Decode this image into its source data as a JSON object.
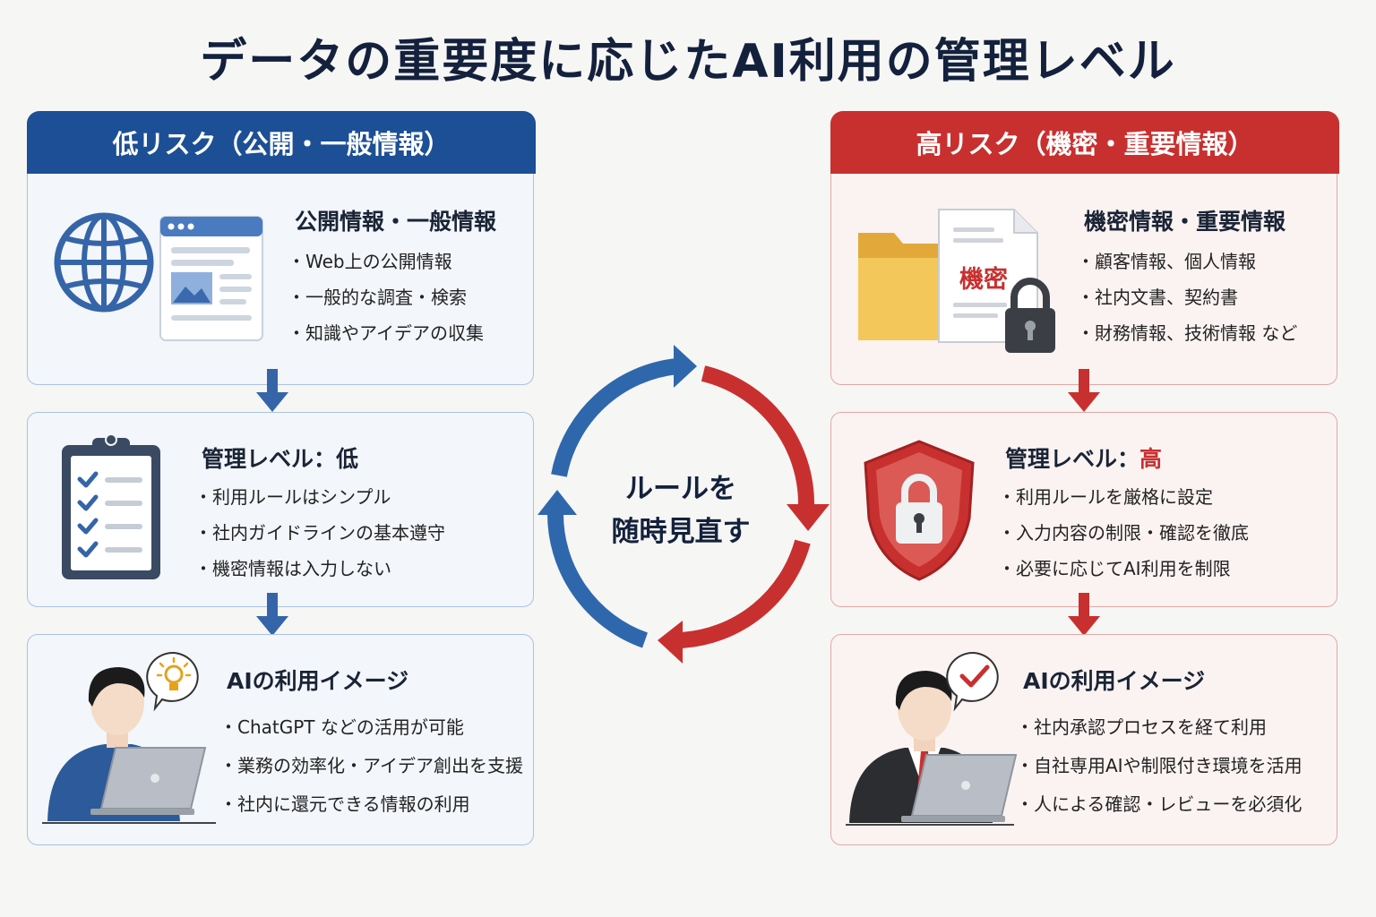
{
  "title": "データの重要度に応じたAI利用の管理レベル",
  "center_label": [
    "ルールを",
    "随時見直す"
  ],
  "low": {
    "header": "低リスク（公開・一般情報）",
    "info": {
      "title": "公開情報・一般情報",
      "items": [
        "Web上の公開情報",
        "一般的な調査・検索",
        "知識やアイデアの収集"
      ]
    },
    "level": {
      "title_prefix": "管理レベル：",
      "title_value": "低",
      "items": [
        "利用ルールはシンプル",
        "社内ガイドラインの基本遵守",
        "機密情報は入力しない"
      ]
    },
    "usage": {
      "title": "AIの利用イメージ",
      "items": [
        "ChatGPT などの活用が可能",
        "業務の効率化・アイデア創出を支援",
        "社内に還元できる情報の利用"
      ]
    }
  },
  "high": {
    "header": "高リスク（機密・重要情報）",
    "info": {
      "title": "機密情報・重要情報",
      "items": [
        "顧客情報、個人情報",
        "社内文書、契約書",
        "財務情報、技術情報 など"
      ],
      "document_stamp": "機密"
    },
    "level": {
      "title_prefix": "管理レベル：",
      "title_value": "高",
      "items": [
        "利用ルールを厳格に設定",
        "入力内容の制限・確認を徹底",
        "必要に応じてAI利用を制限"
      ]
    },
    "usage": {
      "title": "AIの利用イメージ",
      "items": [
        "社内承認プロセスを経て利用",
        "自社専用AIや制限付き環境を活用",
        "人による確認・レビューを必須化"
      ]
    }
  },
  "colors": {
    "blue": "#1c4f95",
    "red": "#c8302f",
    "accent_blue": "#2f67ad"
  },
  "icons": {
    "low_info": [
      "globe-icon",
      "browser-window-icon"
    ],
    "low_level": "clipboard-checklist-icon",
    "low_usage": [
      "person-casual-icon",
      "lightbulb-bubble-icon",
      "laptop-icon"
    ],
    "high_info": [
      "folder-icon",
      "confidential-document-icon",
      "padlock-icon"
    ],
    "high_level": "shield-lock-icon",
    "high_usage": [
      "businessman-icon",
      "checkmark-bubble-icon",
      "laptop-icon"
    ],
    "cycle": "cycle-arrows-icon"
  }
}
